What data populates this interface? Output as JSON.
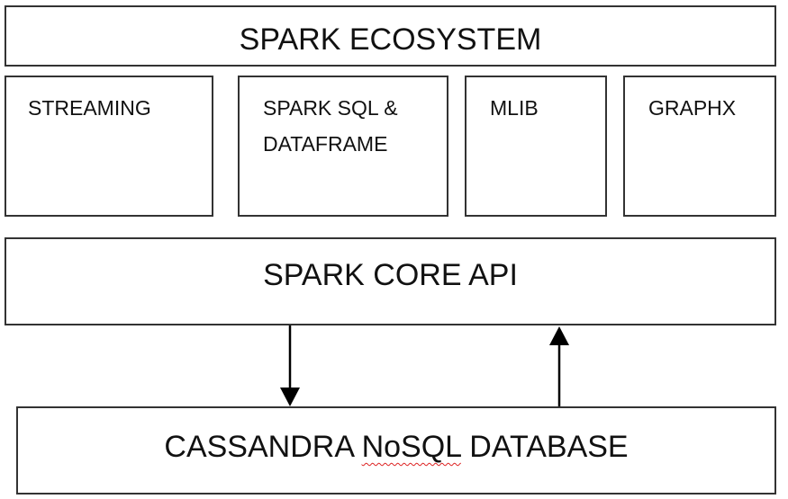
{
  "diagram": {
    "ecosystem": {
      "title": "SPARK ECOSYSTEM"
    },
    "modules": [
      {
        "label_lines": [
          "STREAMING"
        ]
      },
      {
        "label_lines": [
          "SPARK SQL &",
          "DATAFRAME"
        ]
      },
      {
        "label_lines": [
          "MLIB"
        ]
      },
      {
        "label_lines": [
          "GRAPHX"
        ]
      }
    ],
    "core": {
      "title": "SPARK CORE API"
    },
    "database": {
      "title_prefix": "CASSANDRA ",
      "title_flagged_word": "NoSQL",
      "title_suffix": " DATABASE"
    },
    "connections": [
      {
        "from": "SPARK CORE API",
        "to": "CASSANDRA NoSQL DATABASE"
      },
      {
        "from": "CASSANDRA NoSQL DATABASE",
        "to": "SPARK CORE API"
      }
    ]
  },
  "colors": {
    "box_border": "#333333",
    "arrow": "#000000",
    "spellcheck_underline": "#dd2222"
  }
}
